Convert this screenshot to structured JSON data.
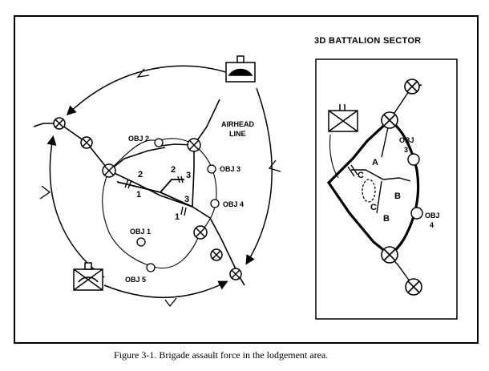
{
  "caption": "Figure 3-1. Brigade assault force in the lodgement area.",
  "left_map": {
    "airhead_line": [
      "AIRHEAD",
      "LINE"
    ],
    "objectives": {
      "obj1": "OBJ 1",
      "obj2": "OBJ 2",
      "obj3": "OBJ 3",
      "obj4": "OBJ 4",
      "obj5": "OBJ 5"
    },
    "unit_numbers": {
      "bn1_top": "2",
      "bn1_bottom": "1",
      "bn2_top": "2",
      "bn2_bottom": "3",
      "bn3_top": "3",
      "bn3_bottom": "1"
    }
  },
  "right_inset": {
    "title": "3D BATTALION SECTOR",
    "objective_3": [
      "OBJ",
      "3"
    ],
    "objective_4": [
      "OBJ",
      "4"
    ],
    "company_a": "A",
    "company_b": "B",
    "company_c_upper": "C",
    "company_c_lower": "C",
    "company_b_lower": "B"
  }
}
